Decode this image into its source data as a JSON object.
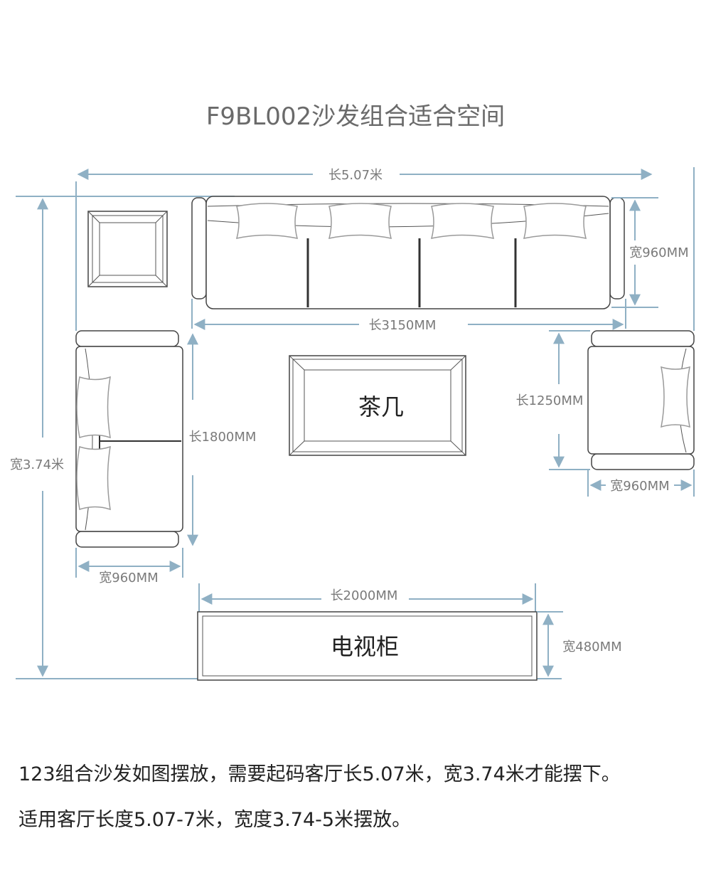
{
  "title": "F9BL002沙发组合适合空间",
  "dims": {
    "room_length": "长5.07米",
    "room_width": "宽3.74米",
    "sofa_top_width": "宽960MM",
    "sofa_top_length": "长3150MM",
    "sofa_left_length": "长1800MM",
    "sofa_left_width": "宽960MM",
    "chair_length": "长1250MM",
    "chair_width": "宽960MM",
    "tv_length": "长2000MM",
    "tv_width": "宽480MM"
  },
  "labels": {
    "coffee_table": "茶几",
    "tv_cabinet": "电视柜"
  },
  "description": {
    "line1": "123组合沙发如图摆放，需要起码客厅长5.07米，宽3.74米才能摆下。",
    "line2": "适用客厅长度5.07-7米，宽度3.74-5米摆放。"
  },
  "colors": {
    "dimension_line": "#8fb0c4",
    "furniture_outline": "#444444"
  }
}
